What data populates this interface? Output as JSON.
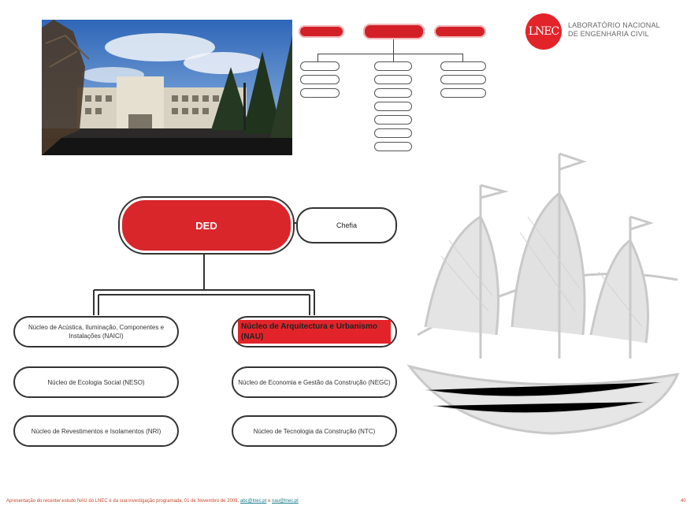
{
  "logo": {
    "mark": "LNEC",
    "line1": "LABORATÓRIO NACIONAL",
    "line2": "DE ENGENHARIA CIVIL"
  },
  "chart": {
    "root": "DED",
    "side": "Chefia",
    "nodes": [
      "Núcleo de Acústica, Iluminação, Componentes e Instalações (NAICI)",
      "Núcleo de Arquitectura e Urbanismo (NAU)",
      "Núcleo de Ecologia Social (NESO)",
      "Núcleo de Economia e Gestão da Construção (NEGC)",
      "Núcleo de Revestimentos e Isolamentos (NRI)",
      "Núcleo de Tecnologia da Construção (NTC)"
    ]
  },
  "footer": {
    "text": "Apresentação do recente/ estudo NAU do LNEC e da sua investigação programada, 01 de Novembro de 2009,",
    "link1": "abc@lnec.pt",
    "conj": "e",
    "link2": "nau@lnec.pt",
    "page": "40"
  },
  "colors": {
    "accent": "#d9262b"
  }
}
